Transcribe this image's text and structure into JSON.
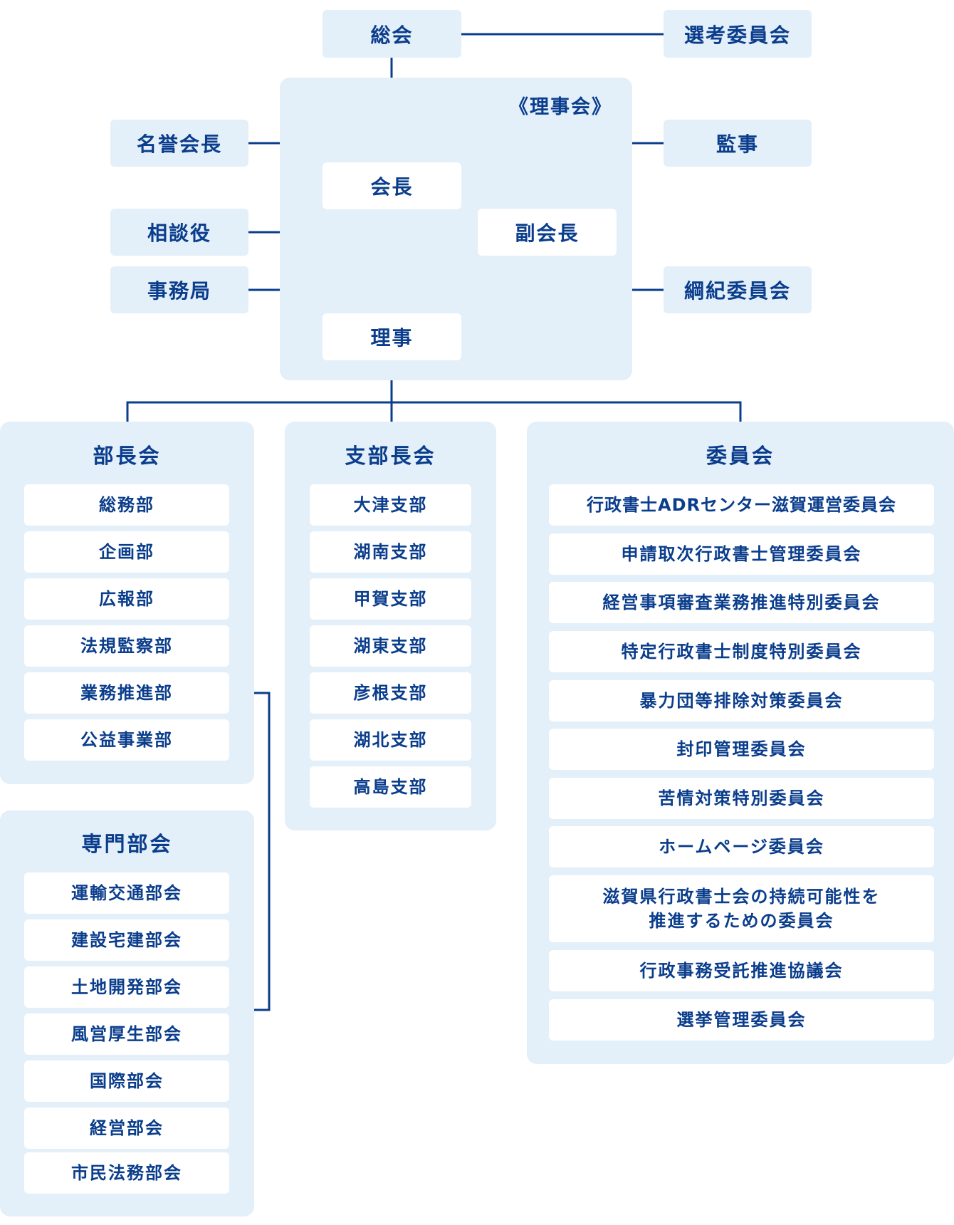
{
  "top": {
    "soukai": "総会",
    "senkou": "選考委員会",
    "meiyo": "名誉会長",
    "kanji": "監事",
    "kaichou": "会長",
    "soudan": "相談役",
    "fukukaichou": "副会長",
    "jimukyoku": "事務局",
    "kouki": "綱紀委員会",
    "riji": "理事",
    "rijikai": "《理事会》"
  },
  "buchou": {
    "title": "部長会",
    "items": [
      "総務部",
      "企画部",
      "広報部",
      "法規監察部",
      "業務推進部",
      "公益事業部"
    ]
  },
  "senmon": {
    "title": "専門部会",
    "items": [
      "運輸交通部会",
      "建設宅建部会",
      "土地開発部会",
      "風営厚生部会",
      "国際部会",
      "経営部会",
      "市民法務部会"
    ]
  },
  "shibu": {
    "title": "支部長会",
    "items": [
      "大津支部",
      "湖南支部",
      "甲賀支部",
      "湖東支部",
      "彦根支部",
      "湖北支部",
      "高島支部"
    ]
  },
  "iinkai": {
    "title": "委員会",
    "items": [
      "行政書士ADRセンター滋賀運営委員会",
      "申請取次行政書士管理委員会",
      "経営事項審査業務推進特別委員会",
      "特定行政書士制度特別委員会",
      "暴力団等排除対策委員会",
      "封印管理委員会",
      "苦情対策特別委員会",
      "ホームページ委員会",
      "滋賀県行政書士会の持続可能性を",
      "推進するための委員会",
      "行政事務受託推進協議会",
      "選挙管理委員会"
    ]
  },
  "colors": {
    "line": "#0a3d8c",
    "panel": "#e3eff9",
    "text": "#0a3d8c"
  }
}
